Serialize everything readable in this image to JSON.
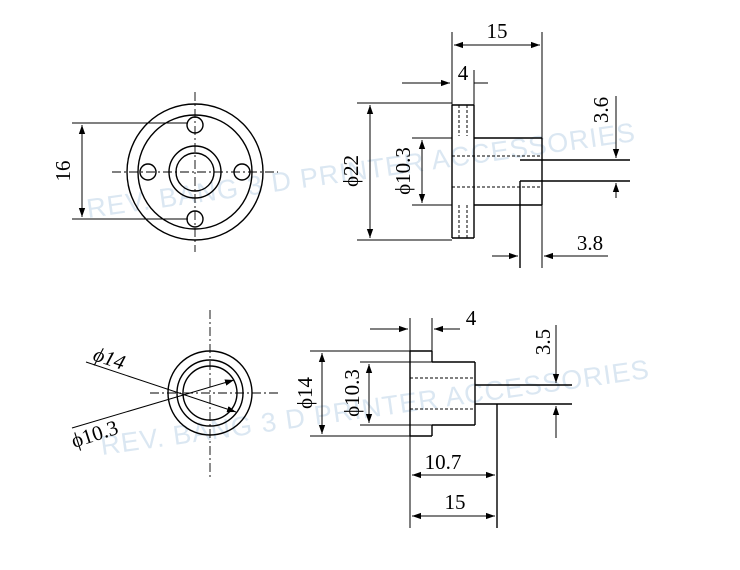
{
  "top_view": {
    "front_height": "16",
    "total_length": "15",
    "flange_thickness": "4",
    "flange_diameter": "ϕ22",
    "bore_diameter": "ϕ10.3",
    "step_top": "3.6",
    "step_bottom": "3.8"
  },
  "bottom_view": {
    "outer_diameter_label": "ϕ14",
    "bore_label": "ϕ10.3",
    "side_outer_diameter": "ϕ14",
    "side_bore_diameter": "ϕ10.3",
    "flange_thickness": "4",
    "step": "3.5",
    "inner_length": "10.7",
    "total_length": "15"
  },
  "watermarks": {
    "top": "REV. BANG 3 D PRINTER ACCESSORIES",
    "bottom": "REV. BANG 3 D PRINTER ACCESSORIES"
  }
}
